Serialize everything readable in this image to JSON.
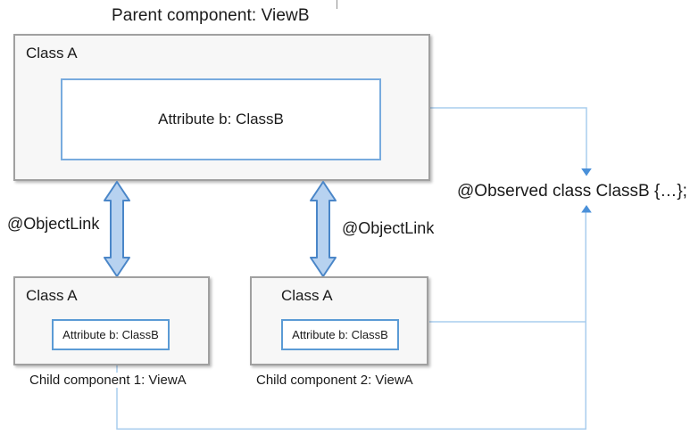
{
  "title": "Parent component: ViewB",
  "parent": {
    "class_label": "Class A",
    "attribute_label": "Attribute b: ClassB"
  },
  "object_link_left": "@ObjectLink",
  "object_link_right": "@ObjectLink",
  "observed_annotation": "@Observed class ClassB {…};",
  "child1": {
    "class_label": "Class A",
    "attribute_label": "Attribute b: ClassB",
    "caption": "Child component 1: ViewA"
  },
  "child2": {
    "class_label": "Class A",
    "attribute_label": "Attribute b: ClassB",
    "caption": "Child component 2: ViewA"
  },
  "colors": {
    "box_fill": "#f7f7f7",
    "box_border": "#a0a0a0",
    "parent_inner_border": "#78abde",
    "child_inner_border": "#5b9bd5",
    "sync_arrow_fill": "#b7d2f0",
    "sync_arrow_stroke": "#4a86c8",
    "connector_line": "#a9cdee",
    "connector_arrowhead": "#4a90d9",
    "text": "#1a1a1a"
  }
}
